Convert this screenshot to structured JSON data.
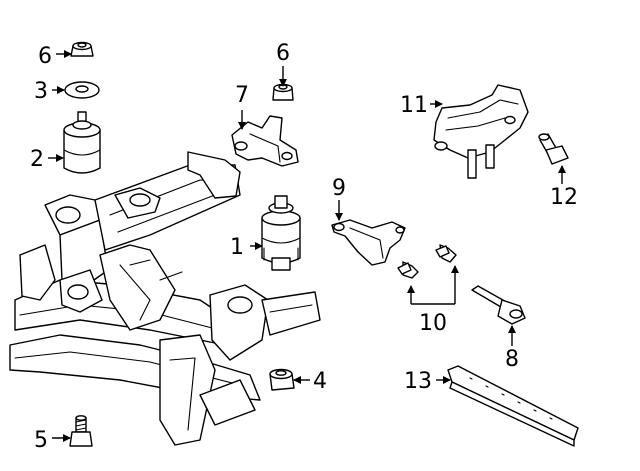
{
  "diagram": {
    "callouts": [
      {
        "id": "c1",
        "text": "1"
      },
      {
        "id": "c2",
        "text": "2"
      },
      {
        "id": "c3",
        "text": "3"
      },
      {
        "id": "c4",
        "text": "4"
      },
      {
        "id": "c5",
        "text": "5"
      },
      {
        "id": "c6a",
        "text": "6"
      },
      {
        "id": "c6b",
        "text": "6"
      },
      {
        "id": "c7",
        "text": "7"
      },
      {
        "id": "c8",
        "text": "8"
      },
      {
        "id": "c9",
        "text": "9"
      },
      {
        "id": "c10",
        "text": "10"
      },
      {
        "id": "c11",
        "text": "11"
      },
      {
        "id": "c12",
        "text": "12"
      },
      {
        "id": "c13",
        "text": "13"
      }
    ]
  }
}
